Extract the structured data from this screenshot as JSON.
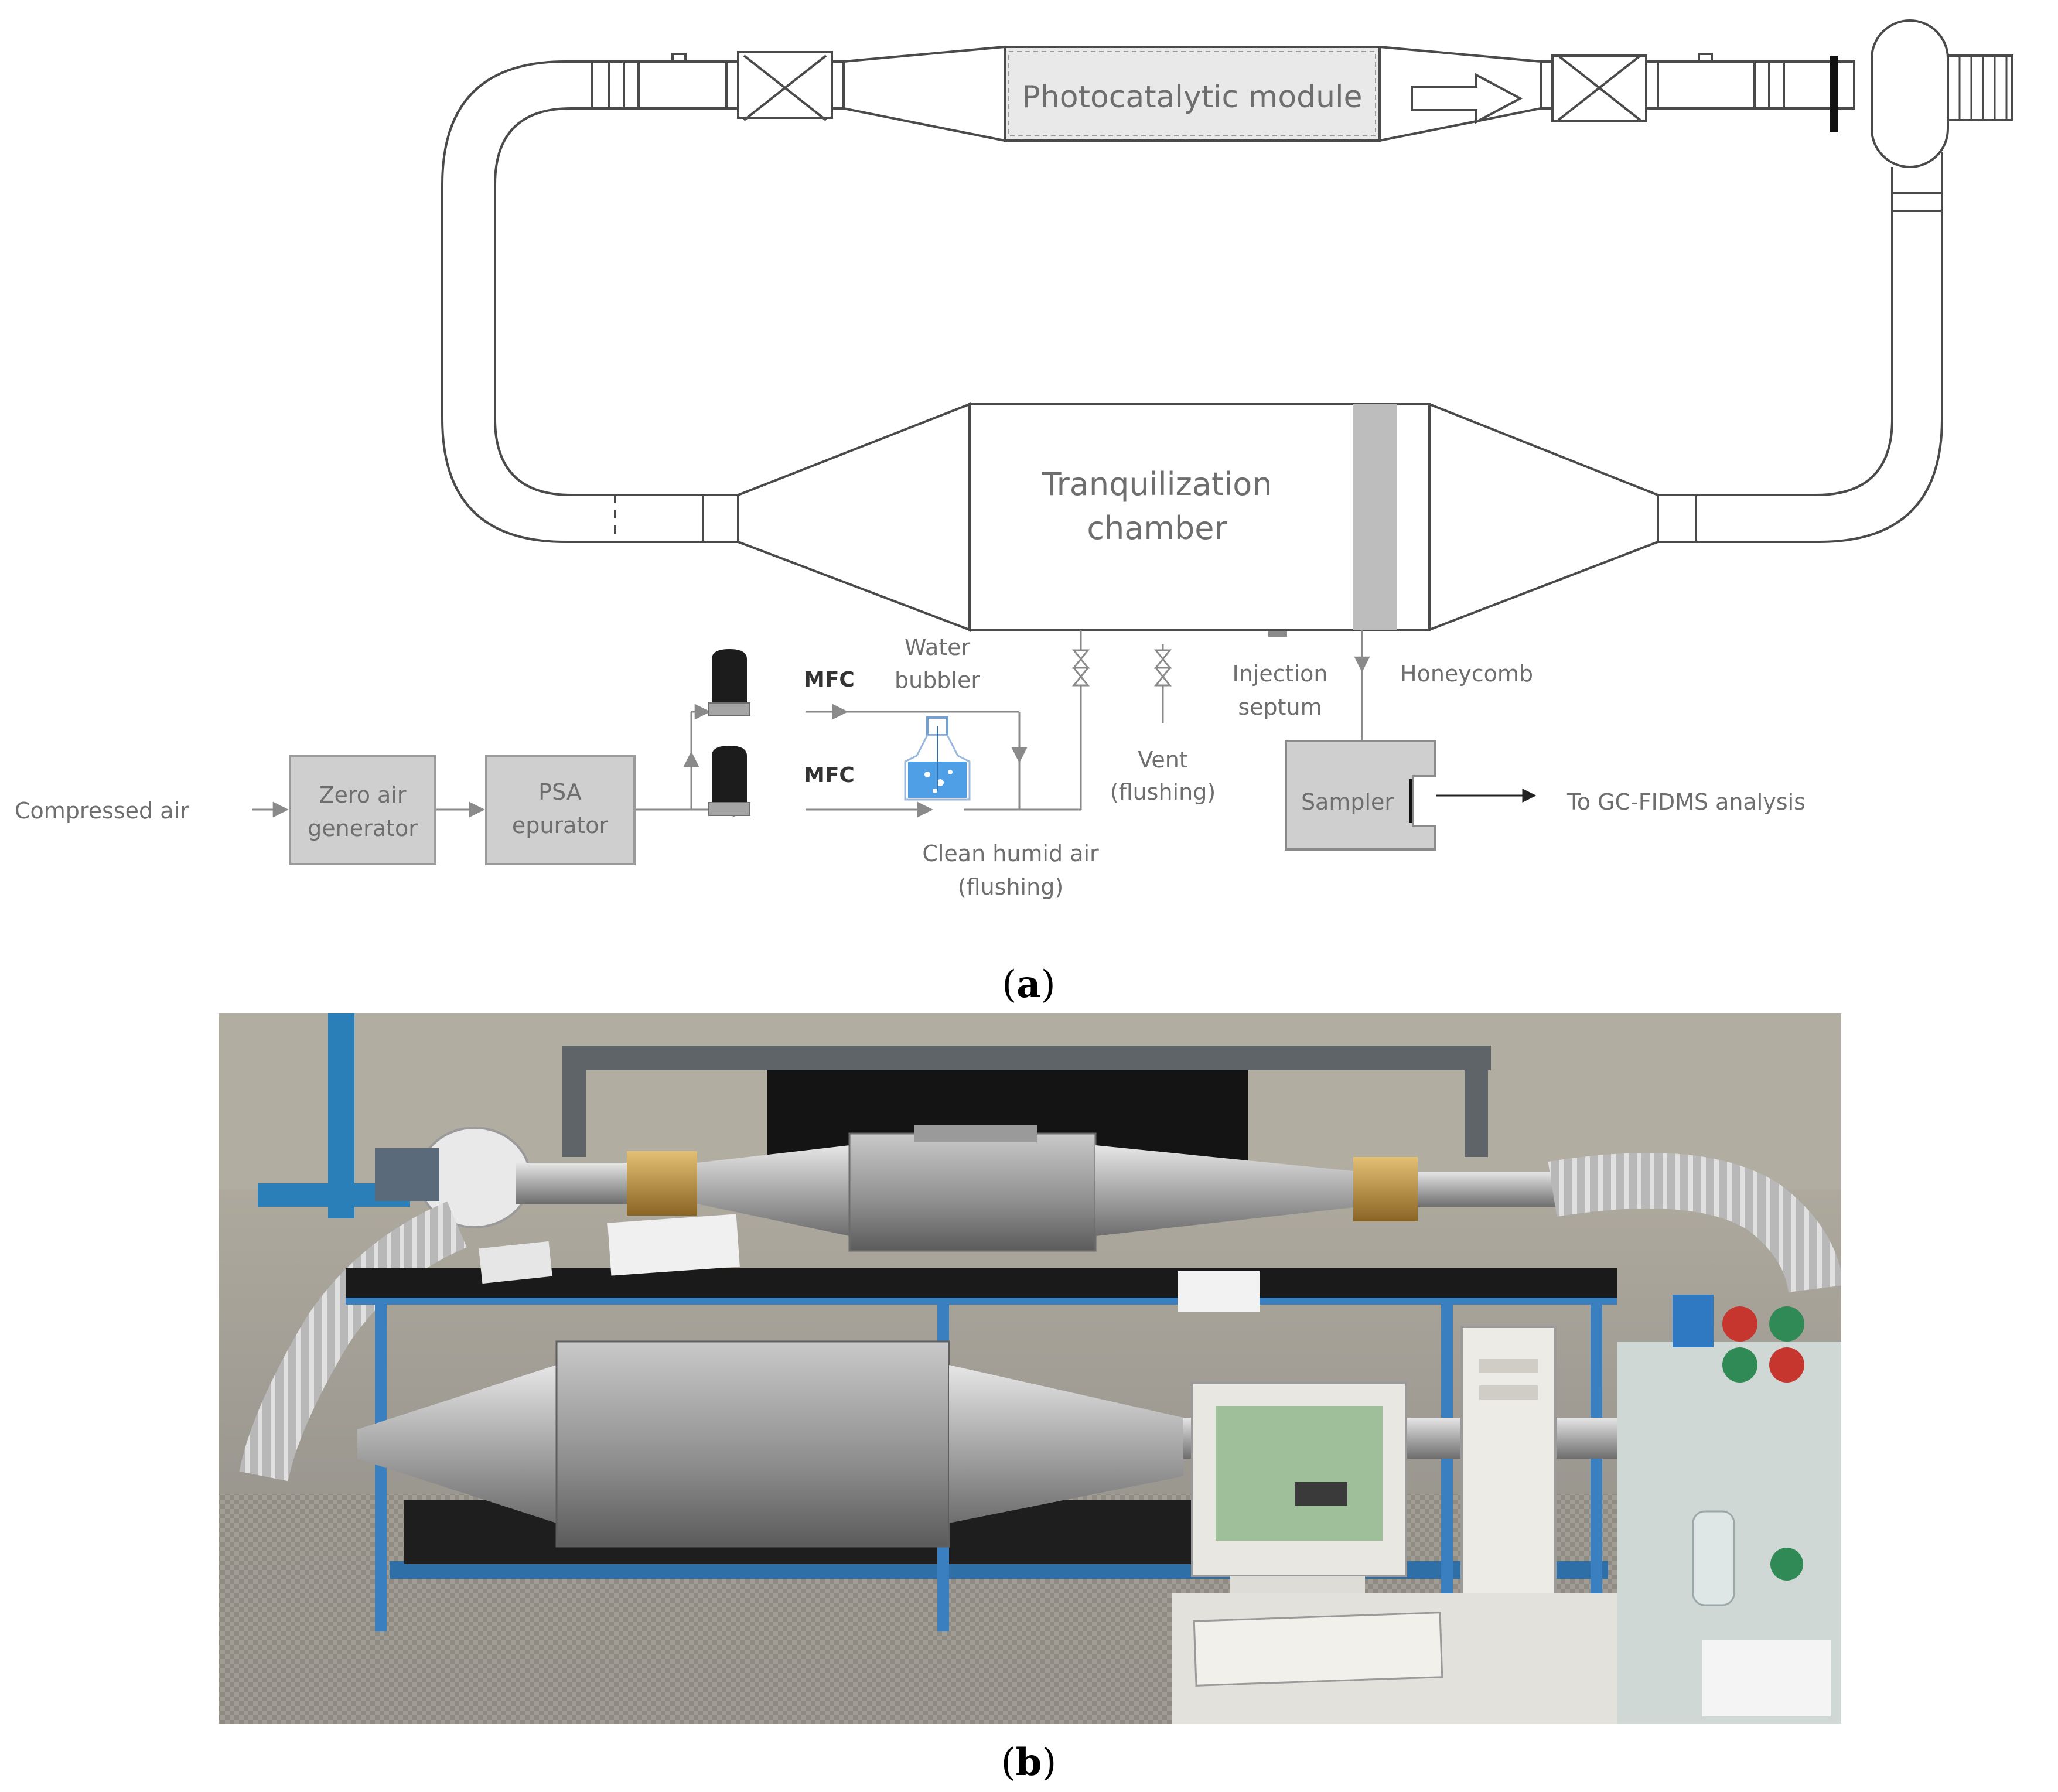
{
  "diagram": {
    "photocatalytic_module": "Photocatalytic module",
    "tranquilization_chamber": [
      "Tranquilization",
      "chamber"
    ],
    "mfc_top": "MFC",
    "mfc_bottom": "MFC",
    "water_bubbler": [
      "Water",
      "bubbler"
    ],
    "injection_septum": [
      "Injection",
      "septum"
    ],
    "honeycomb": "Honeycomb",
    "vent": [
      "Vent",
      "(flushing)"
    ],
    "compressed_air": "Compressed air",
    "zero_air_generator": [
      "Zero air",
      "generator"
    ],
    "psa_epurator": [
      "PSA",
      "epurator"
    ],
    "clean_humid_air": [
      "Clean humid air",
      "(flushing)"
    ],
    "sampler": "Sampler",
    "to_gc": "To GC-FIDMS analysis"
  },
  "captions": {
    "a_open": "(",
    "a_letter": "a",
    "a_close": ")",
    "b_open": "(",
    "b_letter": "b",
    "b_close": ")"
  },
  "colors": {
    "outline": "#4a4a4a",
    "label": "#6e6e6e",
    "box_fill": "#cfcfcf",
    "honeycomb_fill": "#bdbdbd",
    "mfc_fill": "#1c1c1c"
  }
}
